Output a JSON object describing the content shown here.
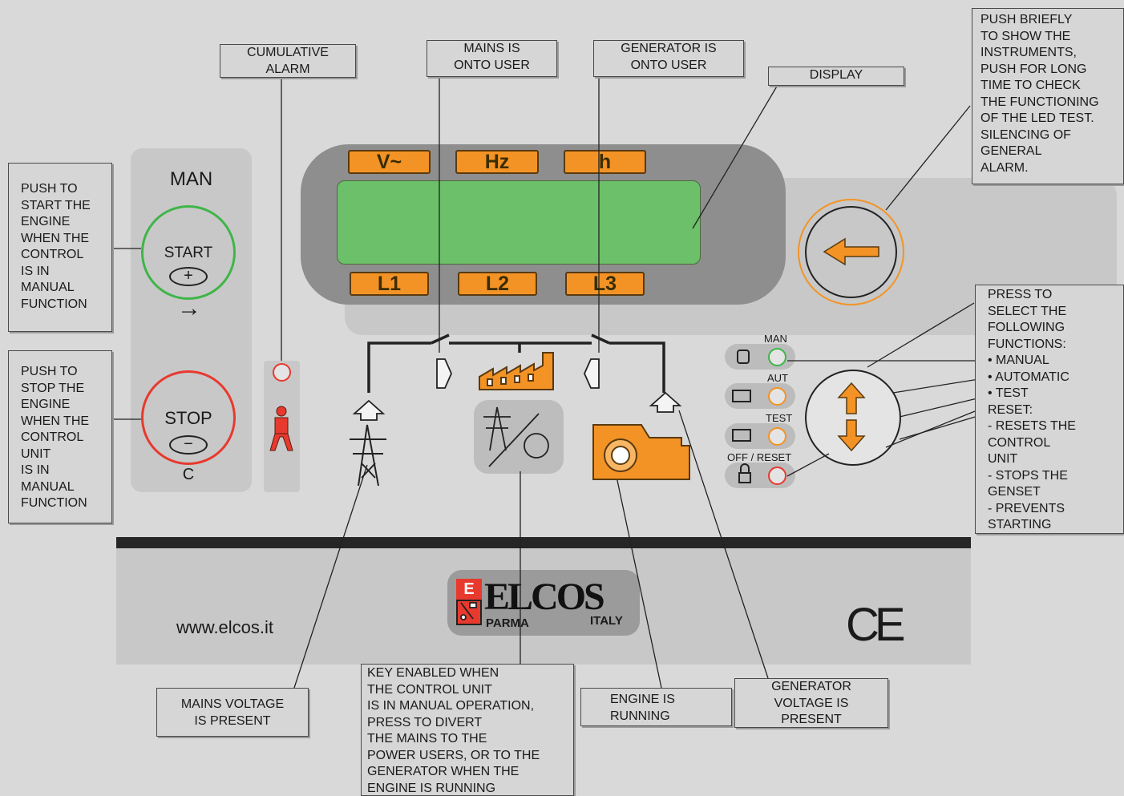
{
  "callouts": {
    "cumulative_alarm": "CUMULATIVE\nALARM",
    "mains_onto_user": "MAINS IS\nONTO USER",
    "generator_onto_user": "GENERATOR IS\nONTO USER",
    "display": "DISPLAY",
    "push_briefly": "PUSH BRIEFLY\nTO SHOW THE\nINSTRUMENTS,\nPUSH FOR LONG\nTIME TO CHECK\nTHE FUNCTIONING\nOF THE LED TEST.\nSILENCING OF\nGENERAL\nALARM.",
    "push_start": "PUSH TO\nSTART THE\nENGINE\nWHEN THE\nCONTROL\nIS IN\nMANUAL\nFUNCTION",
    "push_stop": "PUSH TO\nSTOP THE\nENGINE\nWHEN THE\nCONTROL\nUNIT\nIS IN\nMANUAL\nFUNCTION",
    "press_select": "PRESS TO\nSELECT THE\nFOLLOWING\nFUNCTIONS:\n• MANUAL\n• AUTOMATIC\n• TEST\nRESET:\n  - RESETS THE\n    CONTROL\n    UNIT\n  - STOPS THE\n    GENSET\n  - PREVENTS\n    STARTING",
    "mains_voltage": "MAINS VOLTAGE\nIS PRESENT",
    "key_enabled": "KEY ENABLED WHEN\nTHE CONTROL UNIT\nIS IN MANUAL OPERATION,\nPRESS TO DIVERT\nTHE MAINS TO THE\nPOWER USERS, OR TO THE\nGENERATOR WHEN THE\nENGINE IS RUNNING",
    "engine_running": "ENGINE IS\nRUNNING",
    "generator_voltage": "GENERATOR\nVOLTAGE IS\nPRESENT"
  },
  "man_panel": {
    "title": "MAN",
    "start_label": "START",
    "stop_label": "STOP",
    "plus": "+",
    "minus": "−",
    "arrow": "→",
    "c_label": "C"
  },
  "display_tags": {
    "top": [
      "V~",
      "Hz",
      "h"
    ],
    "bottom": [
      "L1",
      "L2",
      "L3"
    ]
  },
  "modes": {
    "man": "MAN",
    "aut": "AUT",
    "test": "TEST",
    "off_reset": "OFF / RESET"
  },
  "brand": {
    "website": "www.elcos.it",
    "name": "ELCOS",
    "city": "PARMA",
    "country": "ITALY",
    "mark": "CE",
    "logo_letter": "E"
  },
  "colors": {
    "orange": "#f39325",
    "green": "#3fb549",
    "red": "#e8392e",
    "lcd": "#6cc06a"
  }
}
